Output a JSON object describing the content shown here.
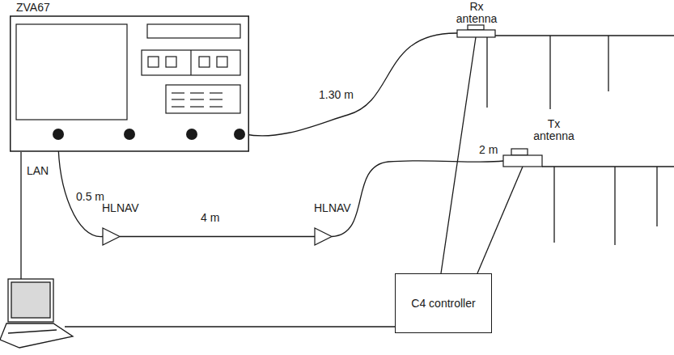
{
  "diagram": {
    "nodes": [
      {
        "text": [
          "ZVA67"
        ]
      },
      {
        "text": [
          "Rx antenna"
        ]
      },
      {
        "text": [
          "Tx antenna"
        ]
      },
      {
        "text": [
          "HLNAV"
        ]
      },
      {
        "text": [
          "HLNAV"
        ]
      },
      {
        "text": [
          "C4 controller"
        ]
      }
    ],
    "edges": [
      {
        "from": 0,
        "to": 3,
        "label": "0.5 m",
        "arrow": "none"
      },
      {
        "from": 3,
        "to": 4,
        "label": "4 m",
        "arrow": "none"
      },
      {
        "from": 4,
        "to": 2,
        "label": "2 m",
        "arrow": "none"
      },
      {
        "from": 0,
        "to": 1,
        "label": "1.30 m",
        "arrow": "none"
      },
      {
        "from": 5,
        "to": 1,
        "arrow": "none"
      },
      {
        "from": 5,
        "to": 2,
        "arrow": "none"
      }
    ],
    "labels": [
      "LAN"
    ]
  }
}
